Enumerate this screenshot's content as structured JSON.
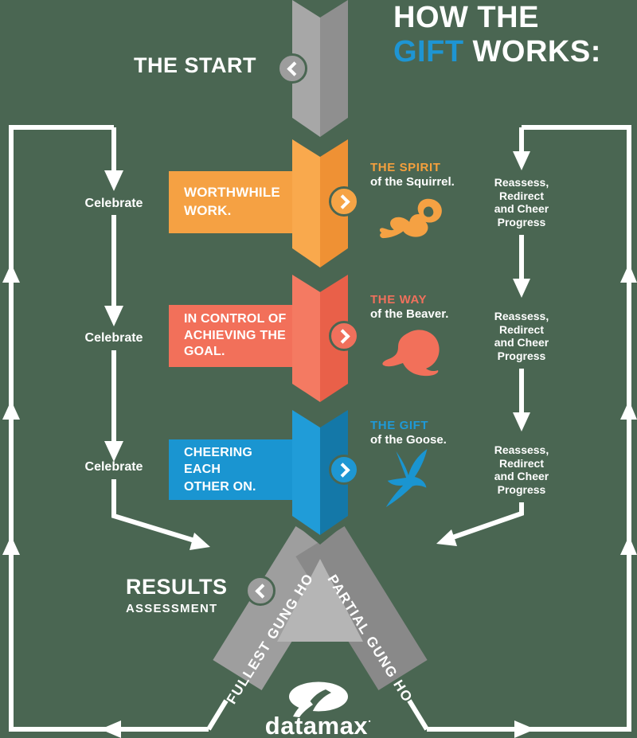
{
  "background_color": "#4a6652",
  "title": {
    "prefix": "HOW THE",
    "accent": "GIFT",
    "suffix": "WORKS:",
    "accent_color": "#1e95d3"
  },
  "start": {
    "label": "THE START"
  },
  "sections": [
    {
      "box_lines": [
        "WORTHWHILE",
        "WORK."
      ],
      "heading": "THE SPIRIT",
      "subheading": "of the Squirrel.",
      "animal": "squirrel",
      "color": "#f5a143",
      "color_light": "#f9a94d",
      "color_dark": "#ef9134"
    },
    {
      "box_lines": [
        "IN CONTROL OF",
        "ACHIEVING THE",
        "GOAL."
      ],
      "heading": "THE WAY",
      "subheading": "of the Beaver.",
      "animal": "beaver",
      "color": "#f2705a",
      "color_light": "#f47a62",
      "color_dark": "#e96049"
    },
    {
      "box_lines": [
        "CHEERING EACH",
        "OTHER ON."
      ],
      "heading": "THE GIFT",
      "subheading": "of the Goose.",
      "animal": "goose",
      "color": "#1a95d1",
      "color_light": "#209cd8",
      "color_dark": "#1478a8"
    }
  ],
  "left_flow": {
    "labels": [
      "Celebrate",
      "Celebrate",
      "Celebrate"
    ]
  },
  "right_flow": {
    "lines": [
      "Reassess,",
      "Redirect",
      "and Cheer",
      "Progress"
    ]
  },
  "results": {
    "line1": "RESULTS",
    "line2": "ASSESSMENT"
  },
  "outcomes": {
    "left_band": "FULLEST GUNG HO",
    "right_band": "PARTIAL GUNG HO"
  },
  "logo": {
    "wordmark": "datamax",
    "mark": "·"
  },
  "bar_colors": {
    "top_gray_light": "#a7a7a7",
    "top_gray_dark": "#8f8f8f",
    "band_left": "#9e9e9e",
    "band_right": "#898989",
    "band_inner": "#b5b5b5"
  }
}
